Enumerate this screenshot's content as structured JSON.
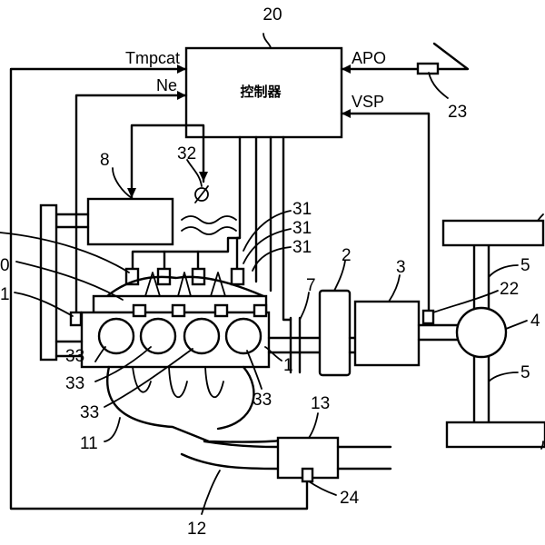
{
  "controller": {
    "number": "20",
    "label": "控制器"
  },
  "signals": {
    "tmpcat": "Tmpcat",
    "ne": "Ne",
    "apo": "APO",
    "vsp": "VSP"
  },
  "numbers": {
    "n1": "1",
    "n2": "2",
    "n3": "3",
    "n4": "4",
    "n5a": "5",
    "n5b": "5",
    "n7": "7",
    "n8": "8",
    "n11": "11",
    "n12": "12",
    "n13": "13",
    "n22": "22",
    "n23": "23",
    "n24": "24",
    "n31a": "31",
    "n31b": "31",
    "n31c": "31",
    "n32": "32",
    "n33a": "33",
    "n33b": "33",
    "n33c": "33",
    "n33d": "33",
    "n0": "0",
    "n1left": "1"
  }
}
